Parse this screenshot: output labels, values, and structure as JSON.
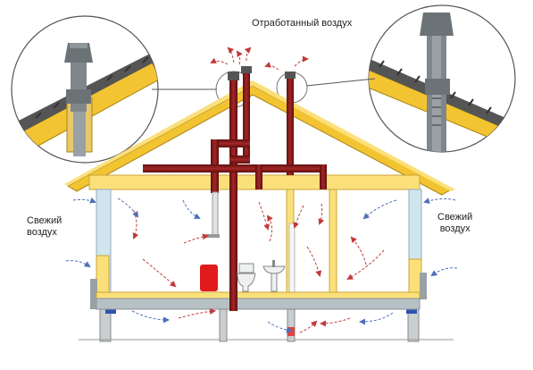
{
  "labels": {
    "exhaust_air": "Отработанный воздух",
    "fresh_air_left": [
      "Свежий",
      "воздух"
    ],
    "fresh_air_right": [
      "Свежий",
      "воздух"
    ]
  },
  "colors": {
    "roof_wood": "#f3c431",
    "beam": "#fbe07a",
    "duct": "#8b1a1a",
    "duct_light": "#c24040",
    "pipe_grey": "#7f878c",
    "pipe_light": "#c9ced1",
    "arrow": "#4d6fb8",
    "arrow_warm": "#c23a3a",
    "heater": "#e11b1b",
    "floor": "#b7c0c4"
  },
  "icons": [
    "roof-vent-cap-icon",
    "toilet-icon",
    "sink-icon",
    "radiator-icon"
  ]
}
